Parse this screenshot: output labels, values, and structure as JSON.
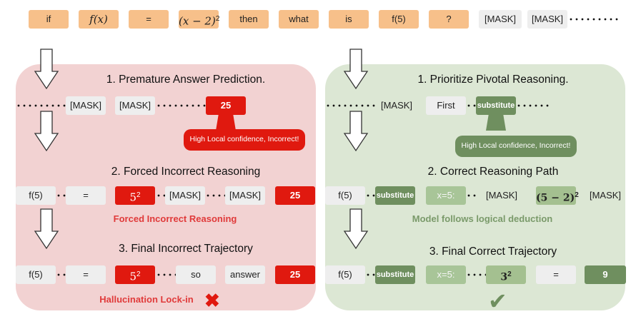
{
  "top_tokens": [
    "if",
    "f(x)",
    "=",
    "(x − 2)",
    "then",
    "what",
    "is",
    "f(5)",
    "?",
    "[MASK]",
    "[MASK]"
  ],
  "top_exponent": "2",
  "left": {
    "title1": "1. Premature Answer Prediction.",
    "row1": [
      "[MASK]",
      "[MASK]",
      "25"
    ],
    "callout": "High Local confidence, Incorrect!",
    "title2": "2. Forced Incorrect Reasoning",
    "row2": [
      "f(5)",
      "=",
      "5",
      "[MASK]",
      "[MASK]",
      "25"
    ],
    "row2_exp": "2",
    "note2": "Forced Incorrect Reasoning",
    "title3": "3. Final Incorrect Trajectory",
    "row3": [
      "f(5)",
      "=",
      "5",
      "so",
      "answer",
      "25"
    ],
    "row3_exp": "2",
    "note3": "Hallucination Lock-in",
    "mark3": "✖"
  },
  "right": {
    "title1": "1. Prioritize Pivotal Reasoning.",
    "row1": [
      "[MASK]",
      "First",
      "substitute"
    ],
    "callout": "High Local confidence, Incorrect!",
    "title2": "2. Correct Reasoning Path",
    "row2": [
      "f(5)",
      "substitute",
      "x=5:",
      "[MASK]",
      "(5 − 2)",
      "[MASK]"
    ],
    "row2_exp": "2",
    "note2": "Model follows logical deduction",
    "title3": "3. Final Correct Trajectory",
    "row3": [
      "f(5)",
      "substitute",
      "x=5:",
      "3",
      "=",
      "9"
    ],
    "row3_exp": "2",
    "mark3": "✔"
  },
  "colors": {
    "orange_token": "#f7c08a",
    "left_panel": "#f2d2d2",
    "right_panel": "#dce7d4",
    "red": "#e0190f",
    "dark_green": "#6f8f5f",
    "light_green": "#a8c598",
    "note_red": "#e03a3a",
    "note_green": "#7a9a6a"
  }
}
